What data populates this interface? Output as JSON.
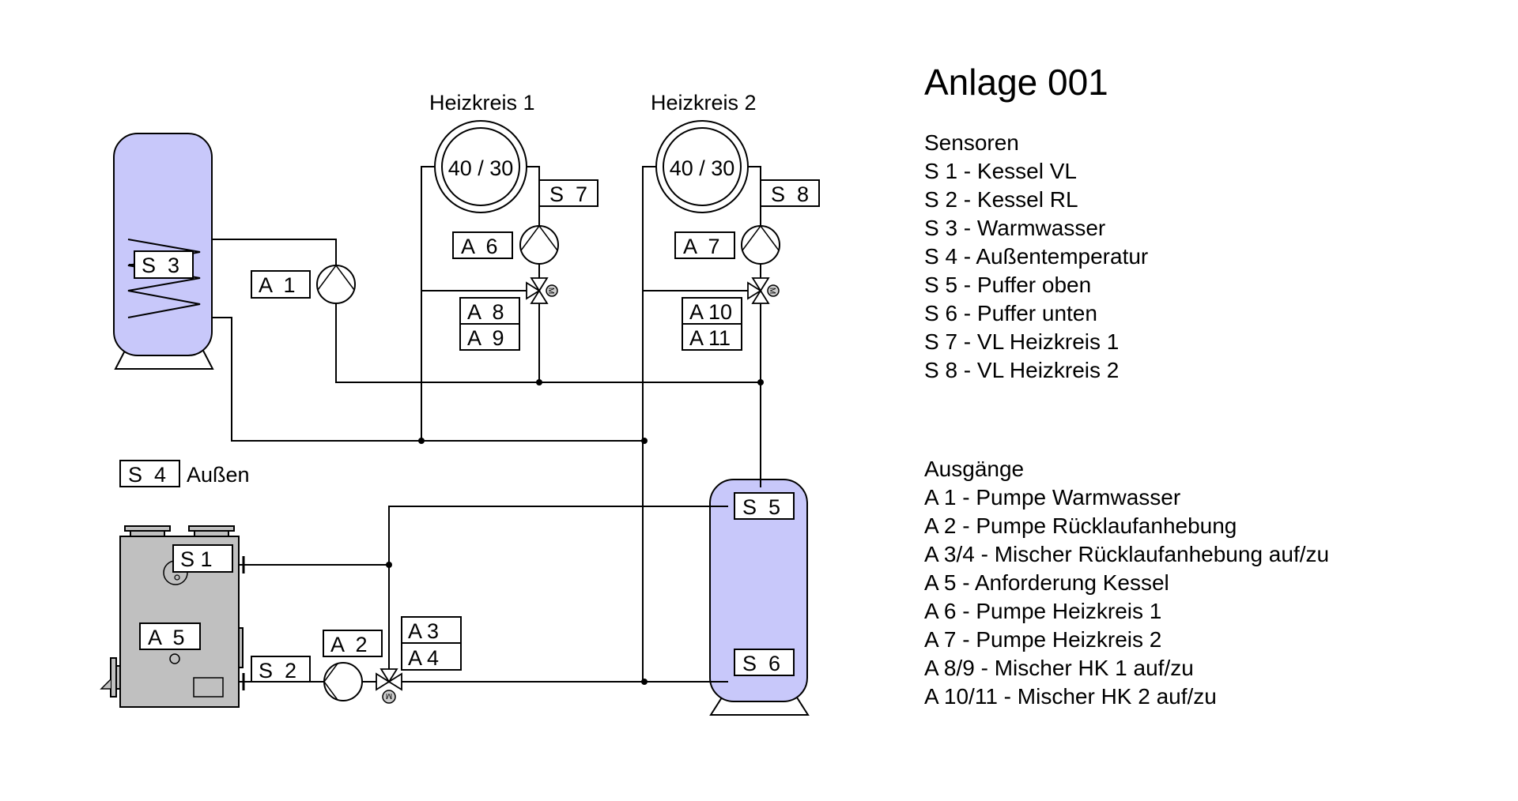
{
  "title": "Anlage 001",
  "colors": {
    "tank_fill": "#c8c8fa",
    "boiler_fill": "#c0c0c0",
    "line": "#000000",
    "background": "#ffffff"
  },
  "heating_circuits": [
    {
      "label": "Heizkreis 1",
      "temperatures": "40 / 30",
      "sensor": "S  7",
      "pump": "A  6",
      "mixer_open": "A  8",
      "mixer_close": "A  9"
    },
    {
      "label": "Heizkreis 2",
      "temperatures": "40 / 30",
      "sensor": "S  8",
      "pump": "A  7",
      "mixer_open": "A 10",
      "mixer_close": "A 11"
    }
  ],
  "dhw_tank": {
    "sensor": "S  3",
    "pump": "A  1"
  },
  "outdoor": {
    "sensor": "S  4",
    "label": "Außen"
  },
  "boiler": {
    "flow_sensor": "S 1",
    "return_sensor": "S  2",
    "request": "A  5",
    "return_pump": "A  2",
    "mixer_open": "A 3",
    "mixer_close": "A 4"
  },
  "buffer": {
    "top_sensor": "S  5",
    "bottom_sensor": "S  6"
  },
  "legend": {
    "sensors_heading": "Sensoren",
    "sensors": [
      "S 1 - Kessel VL",
      "S 2 - Kessel RL",
      "S 3 - Warmwasser",
      "S 4 - Außentemperatur",
      "S 5 - Puffer oben",
      "S 6 - Puffer unten",
      "S 7 - VL Heizkreis 1",
      "S 8 - VL Heizkreis 2"
    ],
    "outputs_heading": "Ausgänge",
    "outputs": [
      "A 1 - Pumpe Warmwasser",
      "A 2 - Pumpe Rücklaufanhebung",
      "A 3/4 - Mischer Rücklaufanhebung auf/zu",
      "A 5 - Anforderung Kessel",
      "A 6 - Pumpe Heizkreis 1",
      "A 7 - Pumpe Heizkreis 2",
      "A 8/9 - Mischer HK 1 auf/zu",
      "A 10/11 - Mischer HK 2 auf/zu"
    ]
  }
}
